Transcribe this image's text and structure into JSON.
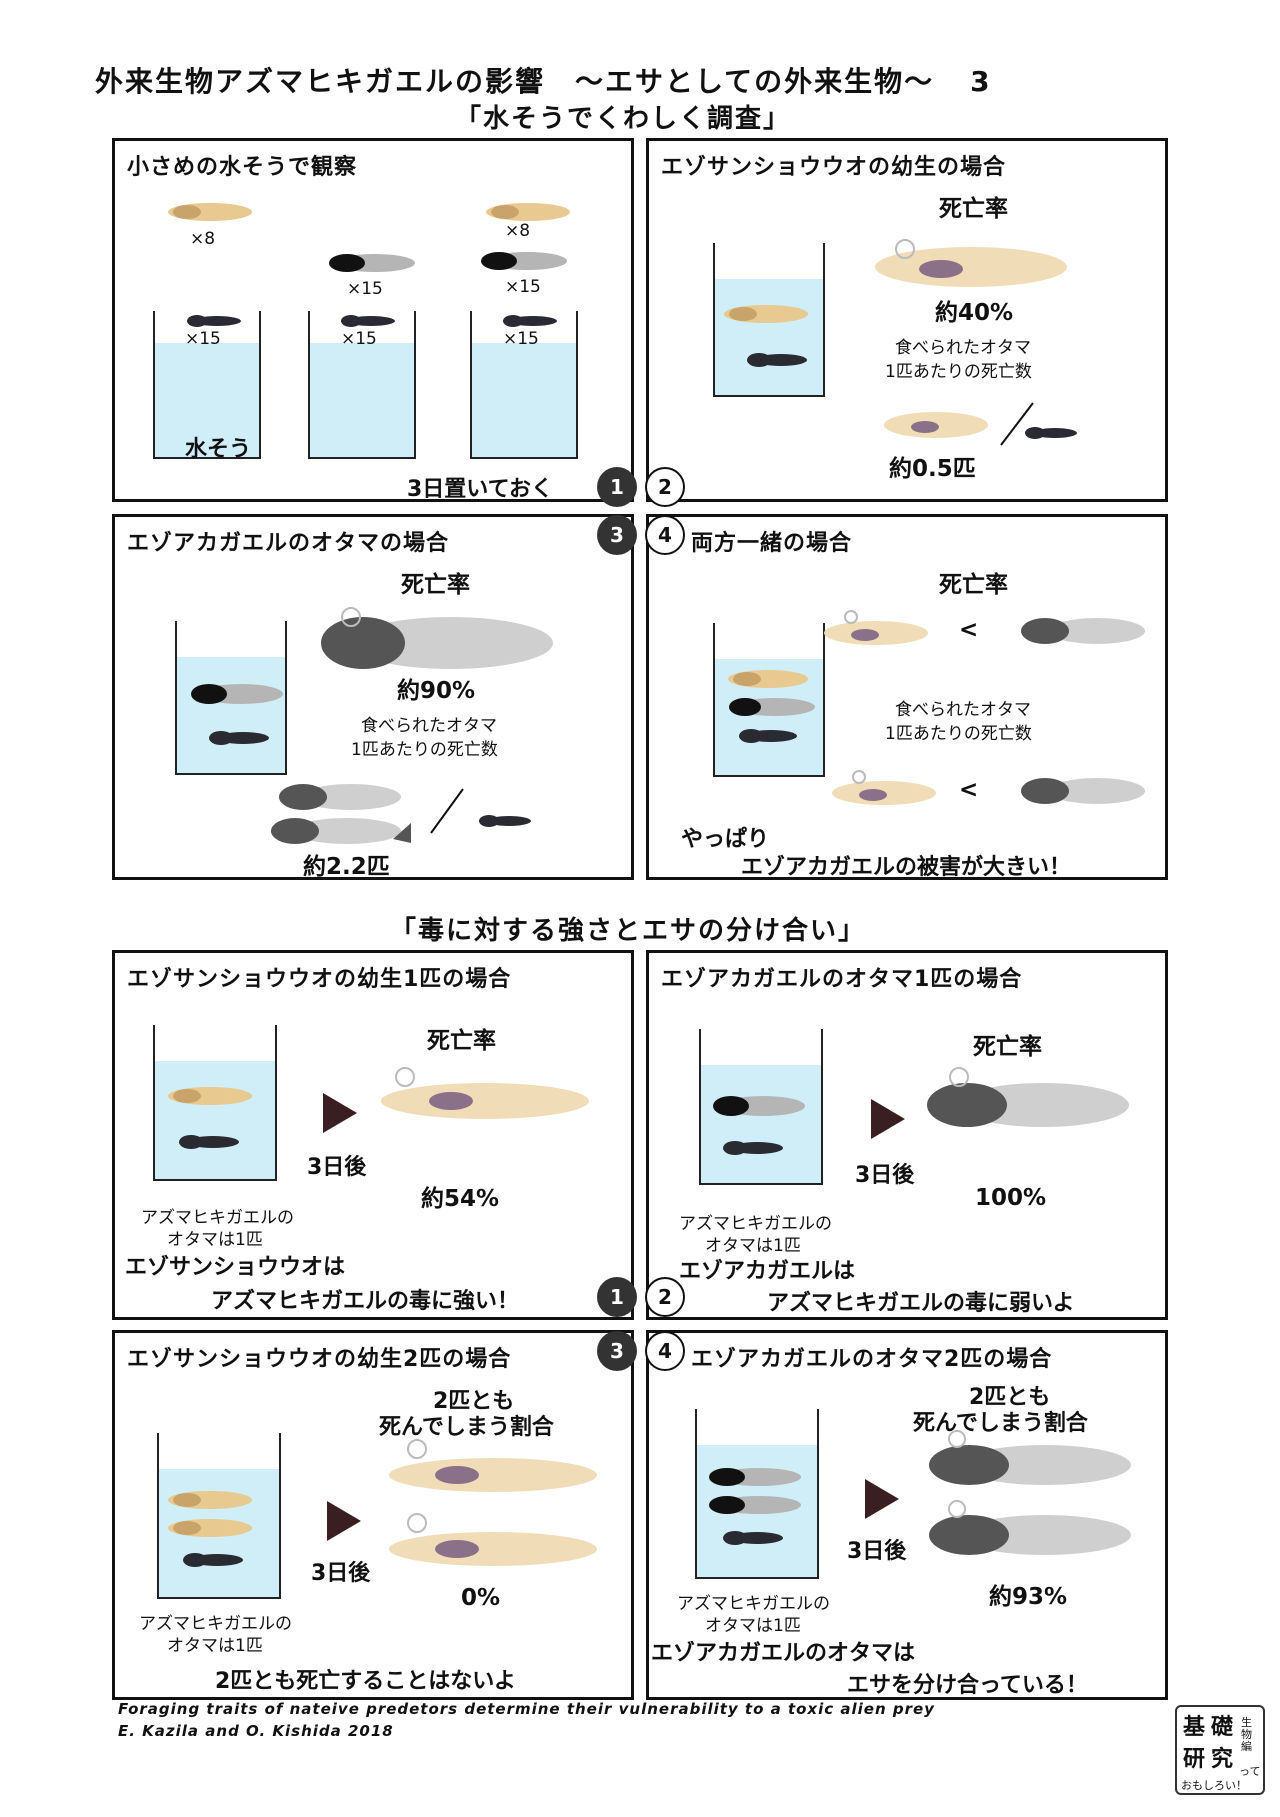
{
  "title": {
    "main": "外来生物アズマヒキガエルの影響　～エサとしての外来生物～",
    "number": "3",
    "sub": "「水そうでくわしく調査」"
  },
  "section2_title": "「毒に対する強さとエサの分け合い」",
  "colors": {
    "water": "#cfeef8",
    "salamander": "#e8c98f",
    "frog_tadpole": "#8a8a8a",
    "toad_tadpole": "#2a2a33",
    "arrow": "#3a1f22"
  },
  "panels_top": [
    {
      "number": "1",
      "title": "小さめの水そうで観察",
      "counts": {
        "salamander": "×8",
        "frog": "×15",
        "toad": "×15"
      },
      "tank_label": "水そう",
      "caption": "3日置いておく"
    },
    {
      "number": "2",
      "title": "エゾサンショウウオの幼生の場合",
      "mortality_label": "死亡率",
      "mortality_value": "約40%",
      "per_label_1": "食べられたオタマ",
      "per_label_2": "1匹あたりの死亡数",
      "per_value": "約0.5匹"
    },
    {
      "number": "3",
      "title": "エゾアカガエルのオタマの場合",
      "mortality_label": "死亡率",
      "mortality_value": "約90%",
      "per_label_1": "食べられたオタマ",
      "per_label_2": "1匹あたりの死亡数",
      "per_value": "約2.2匹"
    },
    {
      "number": "4",
      "title": "両方一緒の場合",
      "mortality_label": "死亡率",
      "per_label_1": "食べられたオタマ",
      "per_label_2": "1匹あたりの死亡数",
      "compare": "<",
      "conclusion_1": "やっぱり",
      "conclusion_2": "エゾアカガエルの被害が大きい！"
    }
  ],
  "panels_bottom": [
    {
      "number": "1",
      "title": "エゾサンショウウオの幼生1匹の場合",
      "mortality_label": "死亡率",
      "after": "3日後",
      "value": "約54%",
      "note_1": "アズマヒキガエルの",
      "note_2": "オタマは1匹",
      "conclusion_1": "エゾサンショウウオは",
      "conclusion_2": "アズマヒキガエルの毒に強い！"
    },
    {
      "number": "2",
      "title": "エゾアカガエルのオタマ1匹の場合",
      "mortality_label": "死亡率",
      "after": "3日後",
      "value": "100%",
      "note_1": "アズマヒキガエルの",
      "note_2": "オタマは1匹",
      "conclusion_1": "エゾアカガエルは",
      "conclusion_2": "アズマヒキガエルの毒に弱いよ"
    },
    {
      "number": "3",
      "title": "エゾサンショウウオの幼生2匹の場合",
      "label_1": "2匹とも",
      "label_2": "死んでしまう割合",
      "after": "3日後",
      "value": "0%",
      "note_1": "アズマヒキガエルの",
      "note_2": "オタマは1匹",
      "conclusion": "2匹とも死亡することはないよ"
    },
    {
      "number": "4",
      "title": "エゾアカガエルのオタマ2匹の場合",
      "label_1": "2匹とも",
      "label_2": "死んでしまう割合",
      "after": "3日後",
      "value": "約93%",
      "note_1": "アズマヒキガエルの",
      "note_2": "オタマは1匹",
      "conclusion_1": "エゾアカガエルのオタマは",
      "conclusion_2": "エサを分け合っている！"
    }
  ],
  "footer": {
    "line1": "Foraging traits of nateive predetors determine their vulnerability to a toxic alien prey",
    "line2": "E. Kazila and O. Kishida 2018"
  },
  "logo": {
    "a": "基",
    "b": "礎",
    "c": "研",
    "d": "究",
    "side": "生物編",
    "tail_1": "って",
    "tail_2": "おもしろい！"
  }
}
